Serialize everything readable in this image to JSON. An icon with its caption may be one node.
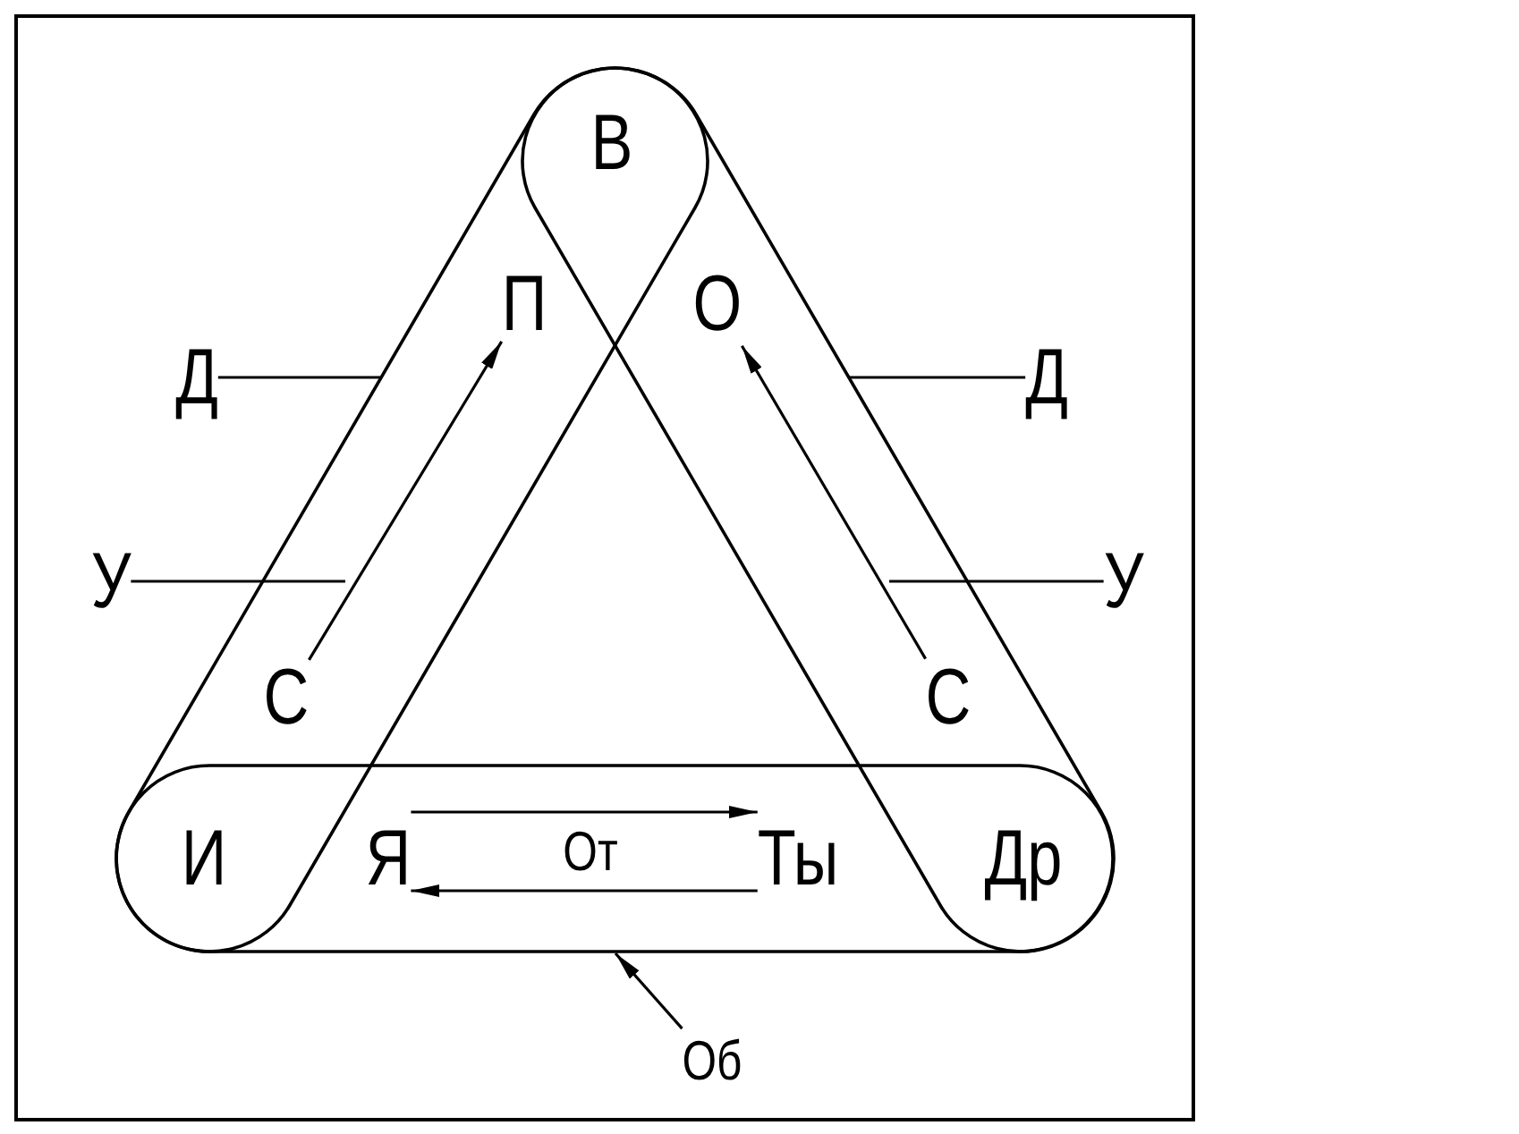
{
  "diagram": {
    "nodes": [
      {
        "text": [],
        "shape": "band"
      },
      {
        "text": [
          "П"
        ],
        "in": 0
      },
      {
        "text": [],
        "shape": "band"
      },
      {
        "text": [
          "О"
        ],
        "in": 2
      },
      {
        "text": [
          "Д"
        ]
      },
      {
        "text": [
          "Д"
        ]
      },
      {
        "text": [
          "У"
        ]
      },
      {
        "text": [
          "У"
        ]
      },
      {
        "text": [
          "С"
        ],
        "in": 0
      },
      {
        "text": [
          "С"
        ],
        "in": 2
      },
      {
        "text": [],
        "shape": "band"
      },
      {
        "text": [
          "Я"
        ],
        "in": 10
      },
      {
        "text": [
          "Ты"
        ],
        "in": 10
      },
      {
        "text": [
          "Об"
        ]
      }
    ],
    "edges": [
      {
        "from": 8,
        "to": 1,
        "arrow": "to"
      },
      {
        "from": 9,
        "to": 3,
        "arrow": "to"
      },
      {
        "from": 11,
        "to": 12,
        "arrow": "to"
      },
      {
        "from": 12,
        "to": 11,
        "arrow": "to"
      },
      {
        "from": 4,
        "to": 0,
        "arrow": "none"
      },
      {
        "from": 5,
        "to": 2,
        "arrow": "none"
      },
      {
        "from": 6,
        "to": null,
        "arrow": "none"
      },
      {
        "from": 7,
        "to": null,
        "arrow": "none"
      },
      {
        "from": 13,
        "to": 10,
        "arrow": "to"
      }
    ],
    "labels": [
      "В",
      "И",
      "От",
      "Др"
    ]
  }
}
